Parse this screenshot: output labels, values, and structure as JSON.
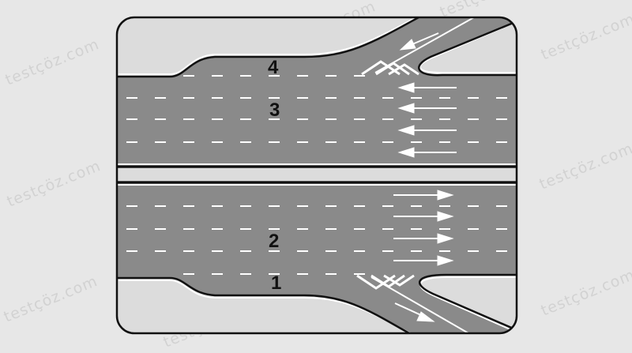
{
  "watermark": {
    "text": "testçöz.com",
    "color": "#d2d2d2"
  },
  "labels": {
    "lane_4": "4",
    "lane_3": "3",
    "lane_2": "2",
    "lane_1": "1"
  },
  "colors": {
    "background": "#e7e7e7",
    "panel": "#dcdcdc",
    "road": "#8a8a8a",
    "marking": "#ffffff",
    "outline": "#111111"
  }
}
